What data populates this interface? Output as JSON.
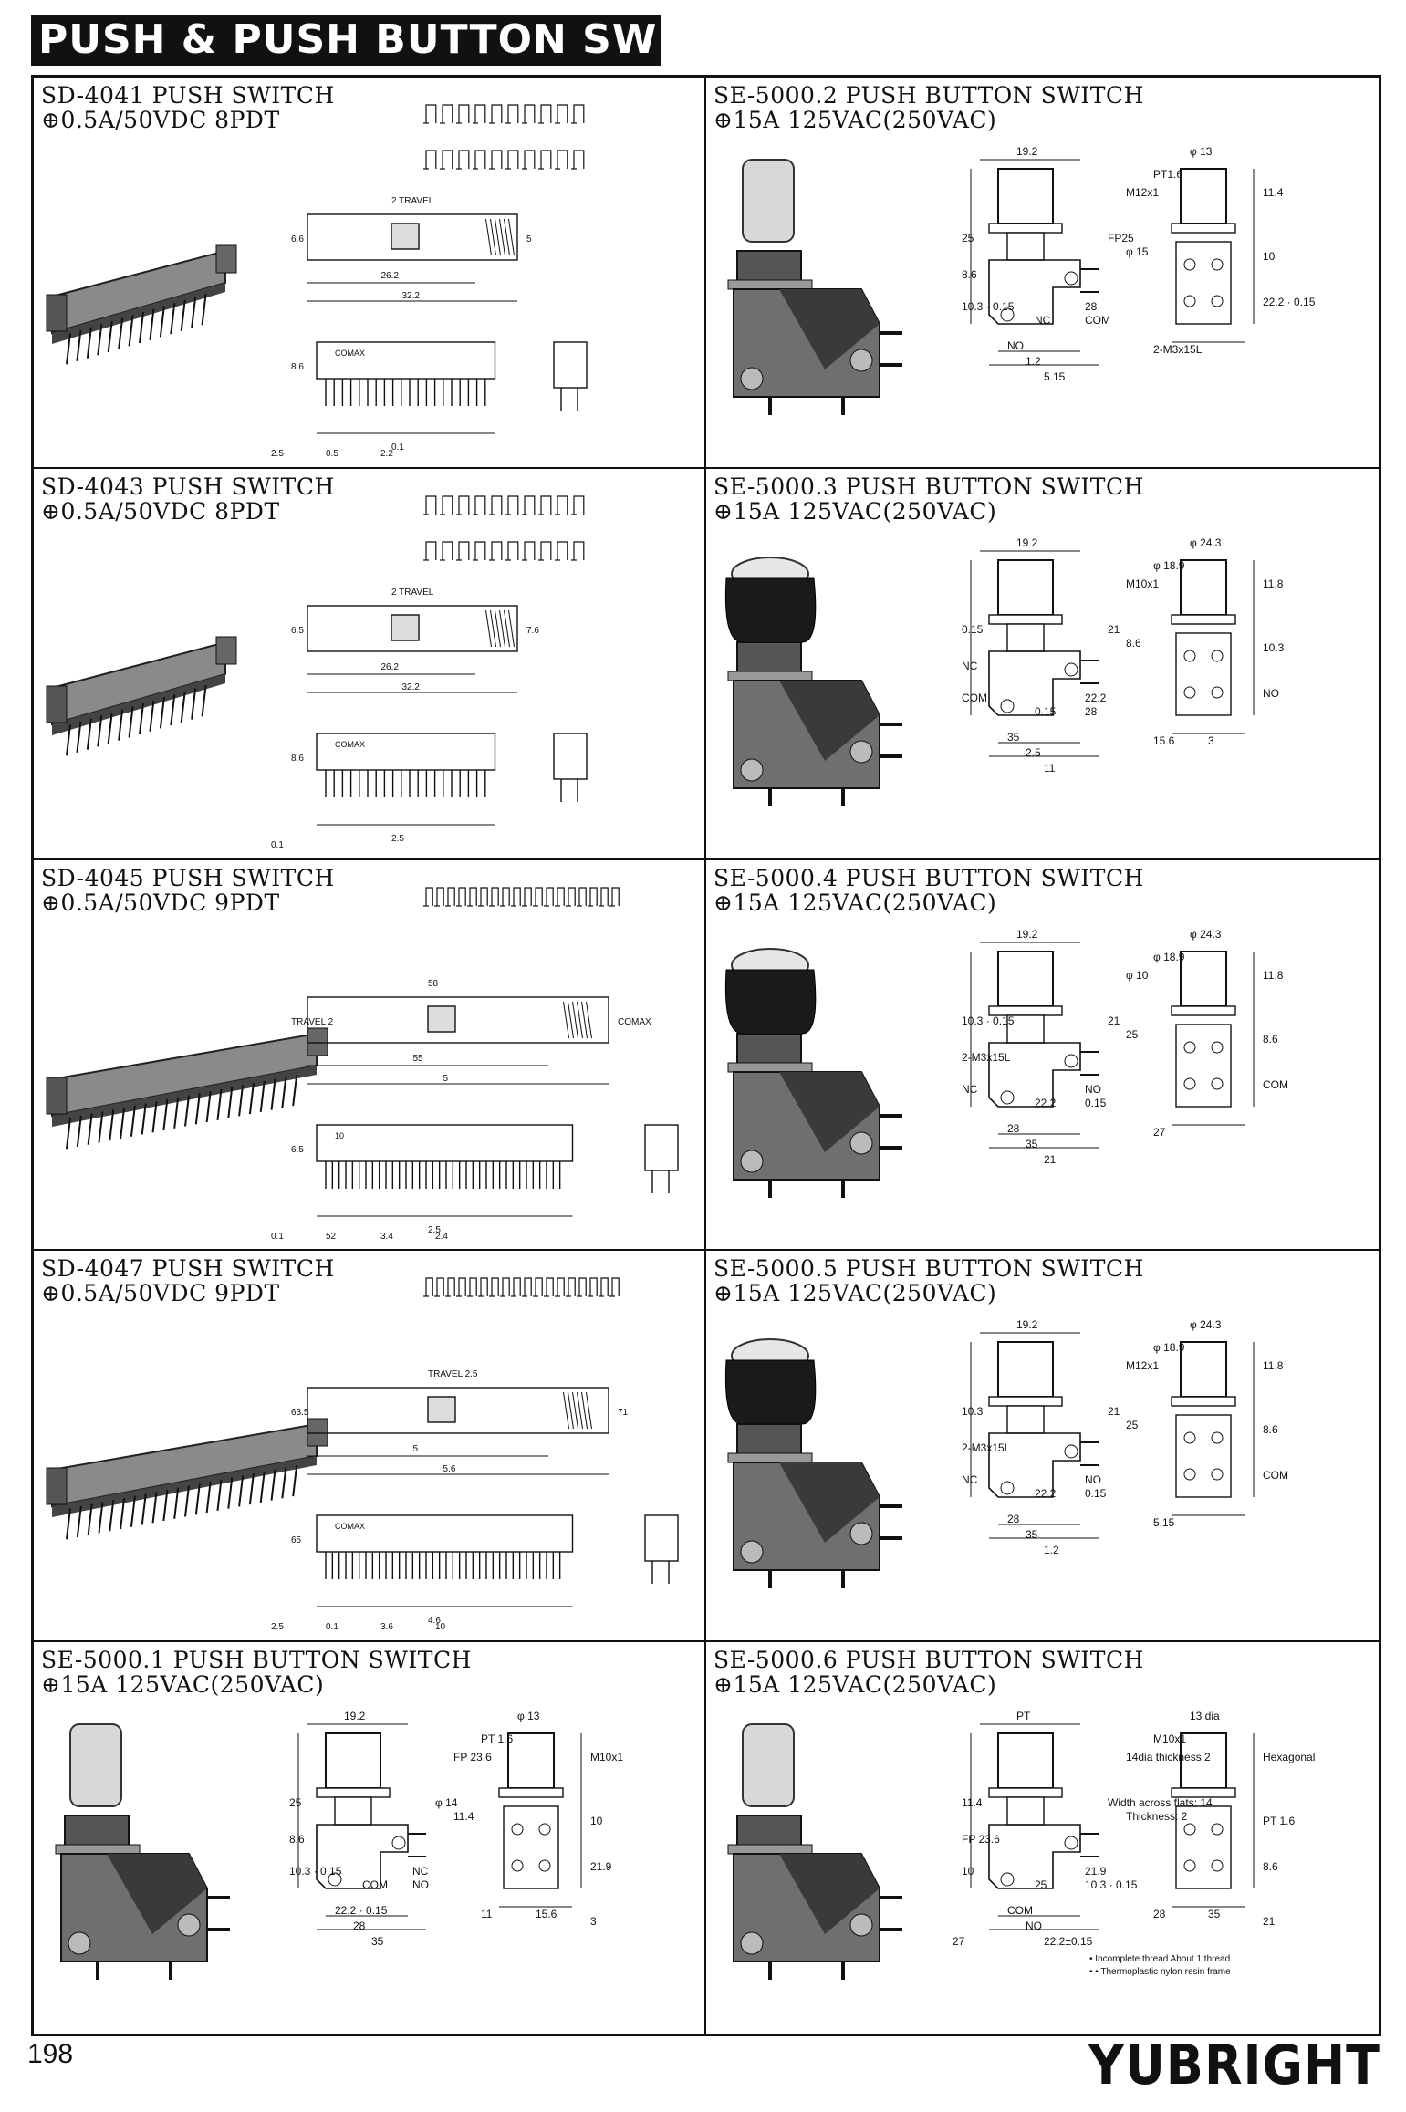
{
  "header": {
    "title": "PUSH & PUSH BUTTON SWITCH"
  },
  "footer": {
    "page_number": "198",
    "brand": "YUBRIGHT"
  },
  "products": [
    {
      "model": "SD-4041  PUSH SWITCH",
      "rating": "⊕0.5A/50VDC 8PDT",
      "dims": [
        "2 TRAVEL",
        "26.2",
        "32.2",
        "6.6",
        "5",
        "COMAX",
        "8.6",
        "0.1",
        "2.5",
        "0.5",
        "2.2"
      ]
    },
    {
      "model": "SE-5000.2  PUSH BUTTON SWITCH",
      "rating": "⊕15A 125VAC(250VAC)",
      "dims": [
        "19.2",
        "φ 13",
        "PT1.6",
        "M12x1",
        "11.4",
        "FP25",
        "φ 15",
        "10",
        "25",
        "8.6",
        "10.3 · 0.15",
        "22.2 · 0.15",
        "28",
        "NC",
        "COM",
        "NO",
        "1.2",
        "5.15",
        "2-M3x15L"
      ]
    },
    {
      "model": "SD-4043  PUSH SWITCH",
      "rating": "⊕0.5A/50VDC 8PDT",
      "dims": [
        "2 TRAVEL",
        "26.2",
        "32.2",
        "6.5",
        "7.6",
        "COMAX",
        "8.6",
        "2.5",
        "0.1"
      ]
    },
    {
      "model": "SE-5000.3  PUSH BUTTON SWITCH",
      "rating": "⊕15A 125VAC(250VAC)",
      "dims": [
        "19.2",
        "φ 24.3",
        "φ 18.9",
        "M10x1",
        "11.8",
        "21",
        "8.6",
        "10.3",
        "0.15",
        "NC",
        "COM",
        "NO",
        "22.2",
        "0.15",
        "28",
        "35",
        "2.5",
        "11",
        "15.6",
        "3"
      ]
    },
    {
      "model": "SD-4045  PUSH SWITCH",
      "rating": "⊕0.5A/50VDC 9PDT",
      "dims": [
        "58",
        "55",
        "5",
        "TRAVEL 2",
        "COMAX",
        "10",
        "6.5",
        "2.5",
        "0.1",
        "52",
        "3.4",
        "2.4"
      ]
    },
    {
      "model": "SE-5000.4  PUSH BUTTON SWITCH",
      "rating": "⊕15A 125VAC(250VAC)",
      "dims": [
        "19.2",
        "φ 24.3",
        "φ 18.9",
        "φ 10",
        "11.8",
        "21",
        "25",
        "8.6",
        "10.3 · 0.15",
        "2-M3x15L",
        "NC",
        "COM",
        "NO",
        "22.2",
        "0.15",
        "28",
        "35",
        "21",
        "27"
      ]
    },
    {
      "model": "SD-4047  PUSH SWITCH",
      "rating": "⊕0.5A/50VDC 9PDT",
      "dims": [
        "TRAVEL 2.5",
        "5",
        "5.6",
        "63.5",
        "71",
        "COMAX",
        "65",
        "4.6",
        "2.5",
        "0.1",
        "3.6",
        "10"
      ]
    },
    {
      "model": "SE-5000.5  PUSH BUTTON SWITCH",
      "rating": "⊕15A 125VAC(250VAC)",
      "dims": [
        "19.2",
        "φ 24.3",
        "φ 18.9",
        "M12x1",
        "11.8",
        "21",
        "25",
        "8.6",
        "10.3",
        "2-M3x15L",
        "NC",
        "COM",
        "NO",
        "22.2",
        "0.15",
        "28",
        "35",
        "1.2",
        "5.15"
      ]
    },
    {
      "model": "SE-5000.1  PUSH BUTTON SWITCH",
      "rating": "⊕15A 125VAC(250VAC)",
      "dims": [
        "19.2",
        "φ 13",
        "PT 1.6",
        "FP 23.6",
        "M10x1",
        "φ 14",
        "11.4",
        "10",
        "25",
        "8.6",
        "10.3 · 0.15",
        "21.9",
        "NC",
        "COM",
        "NO",
        "22.2 · 0.15",
        "28",
        "35",
        "11",
        "15.6",
        "3"
      ]
    },
    {
      "model": "SE-5000.6  PUSH BUTTON SWITCH",
      "rating": "⊕15A 125VAC(250VAC)",
      "dims": [
        "PT",
        "13 dia",
        "M10x1",
        "14dia  thickness 2",
        "Hexagonal",
        "Width across flats: 14",
        "Thickness: 2",
        "PT 1.6",
        "11.4",
        "FP 23.6",
        "10",
        "8.6",
        "21.9",
        "25",
        "10.3 · 0.15",
        "COM",
        "NO",
        "22.2±0.15",
        "28",
        "35",
        "21",
        "27",
        "• Incomplete thread  About 1 thread",
        "• • Thermoplastic nylon resin frame"
      ]
    }
  ]
}
